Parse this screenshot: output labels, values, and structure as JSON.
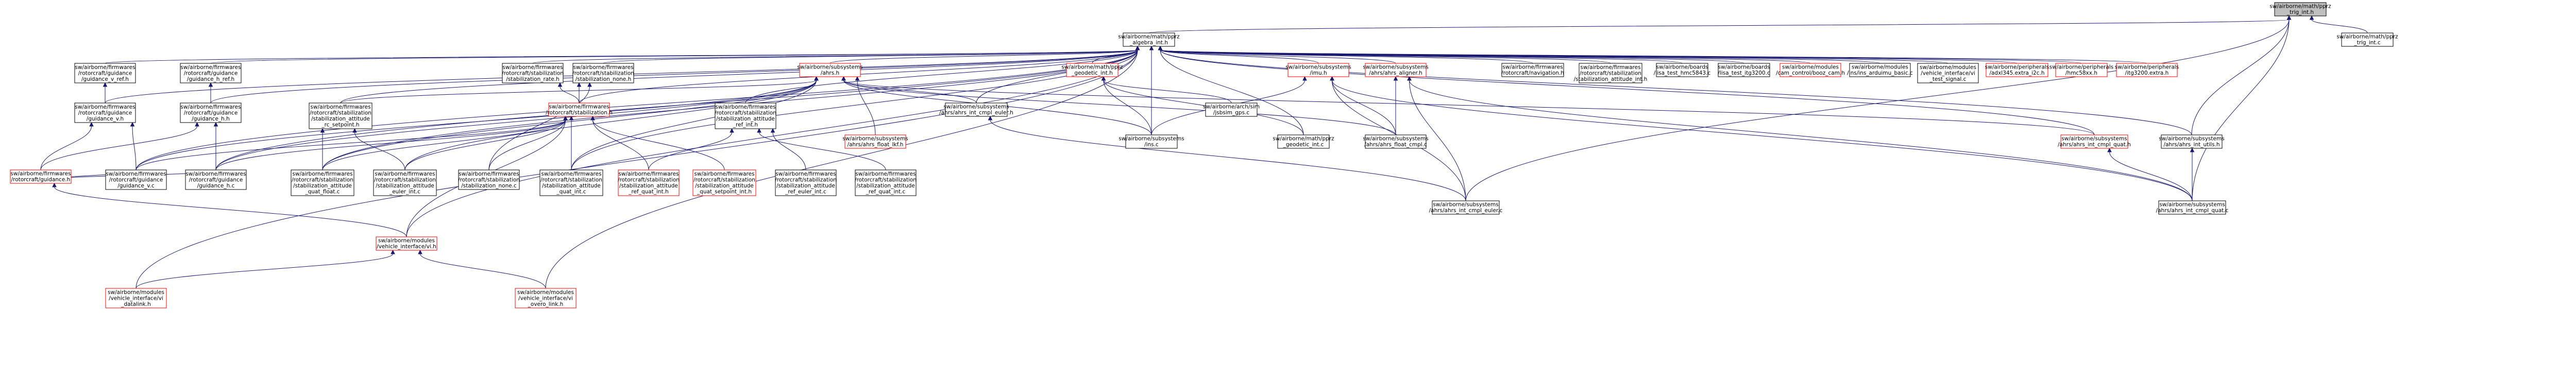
{
  "colors": {
    "edge": "#191970",
    "node_border": "#000000",
    "node_border_incomplete": "#ff0000",
    "root_fill": "#bfbfbf",
    "node_fill": "#ffffff"
  },
  "nodes": [
    {
      "id": "n_trig_int_h",
      "lines": [
        "sw/airborne/math/pprz",
        "_trig_int.h"
      ],
      "root": true
    },
    {
      "id": "n_trig_int_c",
      "lines": [
        "sw/airborne/math/pprz",
        "_trig_int.c"
      ]
    },
    {
      "id": "n_algebra_int_h",
      "lines": [
        "sw/airborne/math/pprz",
        "_algebra_int.h"
      ]
    },
    {
      "id": "n_guid_v_ref_h",
      "lines": [
        "sw/airborne/firmwares",
        "/rotorcraft/guidance",
        "/guidance_v_ref.h"
      ]
    },
    {
      "id": "n_guid_h_ref_h",
      "lines": [
        "sw/airborne/firmwares",
        "/rotorcraft/guidance",
        "/guidance_h_ref.h"
      ]
    },
    {
      "id": "n_stab_rate_h",
      "lines": [
        "sw/airborne/firmwares",
        "/rotorcraft/stabilization",
        "/stabilization_rate.h"
      ]
    },
    {
      "id": "n_stab_none_h",
      "lines": [
        "sw/airborne/firmwares",
        "/rotorcraft/stabilization",
        "/stabilization_none.h"
      ]
    },
    {
      "id": "n_ahrs_h",
      "lines": [
        "sw/airborne/subsystems",
        "/ahrs.h"
      ],
      "ref": true
    },
    {
      "id": "n_geodetic_int_h",
      "lines": [
        "sw/airborne/math/pprz",
        "_geodetic_int.h"
      ],
      "ref": true
    },
    {
      "id": "n_imu_h",
      "lines": [
        "sw/airborne/subsystems",
        "/imu.h"
      ],
      "ref": true
    },
    {
      "id": "n_ahrs_aligner_h",
      "lines": [
        "sw/airborne/subsystems",
        "/ahrs/ahrs_aligner.h"
      ],
      "ref": true
    },
    {
      "id": "n_navigation_h",
      "lines": [
        "sw/airborne/firmwares",
        "/rotorcraft/navigation.h"
      ]
    },
    {
      "id": "n_stab_att_int_h",
      "lines": [
        "sw/airborne/firmwares",
        "/rotorcraft/stabilization",
        "/stabilization_attitude_int.h"
      ]
    },
    {
      "id": "n_hmc5843_test",
      "lines": [
        "sw/airborne/boards",
        "/lisa_test_hmc5843.c"
      ]
    },
    {
      "id": "n_itg3200_test",
      "lines": [
        "sw/airborne/boards",
        "/lisa_test_itg3200.c"
      ]
    },
    {
      "id": "n_cam_boost",
      "lines": [
        "sw/airborne/modules",
        "/cam_control/booz_cam.h"
      ],
      "ref": true
    },
    {
      "id": "n_ins_arduimu",
      "lines": [
        "sw/airborne/modules",
        "/ins/ins_arduimu_basic.c"
      ]
    },
    {
      "id": "n_test_signal",
      "lines": [
        "sw/airborne/modules",
        "/vehicle_interface/vi",
        "_test_signal.c"
      ]
    },
    {
      "id": "n_adxl345_i2c",
      "lines": [
        "sw/airborne/peripherals",
        "/adxl345.extra_i2c.h"
      ],
      "ref": true
    },
    {
      "id": "n_hmc58xx",
      "lines": [
        "sw/airborne/peripherals",
        "/hmc58xx.h"
      ],
      "ref": true
    },
    {
      "id": "n_itg3200_extra",
      "lines": [
        "sw/airborne/peripherals",
        "/itg3200.extra.h"
      ],
      "ref": true
    },
    {
      "id": "n_guid_v_h",
      "lines": [
        "sw/airborne/firmwares",
        "/rotorcraft/guidance",
        "/guidance_v.h"
      ]
    },
    {
      "id": "n_guid_h_h",
      "lines": [
        "sw/airborne/firmwares",
        "/rotorcraft/guidance",
        "/guidance_h.h"
      ]
    },
    {
      "id": "n_stab_att_rc_sp_h",
      "lines": [
        "sw/airborne/firmwares",
        "/rotorcraft/stabilization",
        "/stabilization_attitude",
        "_rc_setpoint.h"
      ]
    },
    {
      "id": "n_stabilization_h",
      "lines": [
        "sw/airborne/firmwares",
        "/rotorcraft/stabilization.h"
      ],
      "ref": true
    },
    {
      "id": "n_stab_att_ref_int_h",
      "lines": [
        "sw/airborne/firmwares",
        "/rotorcraft/stabilization",
        "/stabilization_attitude",
        "_ref_int.h"
      ]
    },
    {
      "id": "n_ahrs_float_lkf",
      "lines": [
        "sw/airborne/subsystems",
        "/ahrs/ahrs_float_lkf.h"
      ],
      "ref": true
    },
    {
      "id": "n_ins_c",
      "lines": [
        "sw/airborne/subsystems",
        "/ins.c"
      ]
    },
    {
      "id": "n_ahrs_int_cmpl_euler_h",
      "lines": [
        "sw/airborne/subsystems",
        "/ahrs/ahrs_int_cmpl_euler.h"
      ]
    },
    {
      "id": "n_lpc21_gps",
      "lines": [
        "sw/airborne/arch/sim",
        "/jsbsim_gps.c"
      ]
    },
    {
      "id": "n_geodetic_int_c",
      "lines": [
        "sw/airborne/math/pprz",
        "_geodetic_int.c"
      ]
    },
    {
      "id": "n_ahrs_float_cmpl_c",
      "lines": [
        "sw/airborne/subsystems",
        "/ahrs/ahrs_float_cmpl.c"
      ]
    },
    {
      "id": "n_ahrs_int_cmpl_quat_h",
      "lines": [
        "sw/airborne/subsystems",
        "/ahrs/ahrs_int_cmpl_quat.h"
      ],
      "ref": true
    },
    {
      "id": "n_ahrs_int_utils_h",
      "lines": [
        "sw/airborne/subsystems",
        "/ahrs/ahrs_int_utils.h"
      ]
    },
    {
      "id": "n_guidance_h",
      "lines": [
        "sw/airborne/firmwares",
        "/rotorcraft/guidance.h"
      ],
      "ref": true
    },
    {
      "id": "n_guid_v_c",
      "lines": [
        "sw/airborne/firmwares",
        "/rotorcraft/guidance",
        "/guidance_v.c"
      ]
    },
    {
      "id": "n_guid_h_c",
      "lines": [
        "sw/airborne/firmwares",
        "/rotorcraft/guidance",
        "/guidance_h.c"
      ]
    },
    {
      "id": "n_stab_att_quat_float_c",
      "lines": [
        "sw/airborne/firmwares",
        "/rotorcraft/stabilization",
        "/stabilization_attitude",
        "_quat_float.c"
      ]
    },
    {
      "id": "n_stab_att_euler_int_c",
      "lines": [
        "sw/airborne/firmwares",
        "/rotorcraft/stabilization",
        "/stabilization_attitude",
        "_euler_int.c"
      ]
    },
    {
      "id": "n_stab_none_c",
      "lines": [
        "sw/airborne/firmwares",
        "/rotorcraft/stabilization",
        "/stabilization_none.c"
      ]
    },
    {
      "id": "n_stab_att_quat_int_c",
      "lines": [
        "sw/airborne/firmwares",
        "/rotorcraft/stabilization",
        "/stabilization_attitude",
        "_quat_int.c"
      ]
    },
    {
      "id": "n_stab_att_ref_quat_int_h",
      "lines": [
        "sw/airborne/firmwares",
        "/rotorcraft/stabilization",
        "/stabilization_attitude",
        "_ref_quat_int.h"
      ],
      "ref": true
    },
    {
      "id": "n_stab_att_quat_sp_int_h",
      "lines": [
        "sw/airborne/firmwares",
        "/rotorcraft/stabilization",
        "/stabilization_attitude",
        "_quat_setpoint_int.h"
      ],
      "ref": true
    },
    {
      "id": "n_stab_att_ref_euler_int_c",
      "lines": [
        "sw/airborne/firmwares",
        "/rotorcraft/stabilization",
        "/stabilization_attitude",
        "_ref_euler_int.c"
      ]
    },
    {
      "id": "n_stab_att_ref_quat_int_c",
      "lines": [
        "sw/airborne/firmwares",
        "/rotorcraft/stabilization",
        "/stabilization_attitude",
        "_ref_quat_int.c"
      ]
    },
    {
      "id": "n_ahrs_int_cmpl_euler_c",
      "lines": [
        "sw/airborne/subsystems",
        "/ahrs/ahrs_int_cmpl_euler.c"
      ]
    },
    {
      "id": "n_ahrs_int_cmpl_quat_c",
      "lines": [
        "sw/airborne/subsystems",
        "/ahrs/ahrs_int_cmpl_quat.c"
      ]
    },
    {
      "id": "n_vi_h",
      "lines": [
        "sw/airborne/modules",
        "/vehicle_interface/vi.h"
      ],
      "ref": true
    },
    {
      "id": "n_vi_datalink_h",
      "lines": [
        "sw/airborne/modules",
        "/vehicle_interface/vi",
        "_datalink.h"
      ],
      "ref": true
    },
    {
      "id": "n_vi_overo_link_h",
      "lines": [
        "sw/airborne/modules",
        "/vehicle_interface/vi",
        "_overo_link.h"
      ],
      "ref": true
    }
  ],
  "edges": [
    [
      "n_trig_int_c",
      "n_trig_int_h"
    ],
    [
      "n_algebra_int_h",
      "n_trig_int_h"
    ],
    [
      "n_ahrs_int_cmpl_quat_c",
      "n_trig_int_h"
    ],
    [
      "n_ahrs_int_cmpl_euler_c",
      "n_trig_int_h"
    ],
    [
      "n_ahrs_int_utils_h",
      "n_trig_int_h"
    ],
    [
      "n_guid_v_ref_h",
      "n_algebra_int_h"
    ],
    [
      "n_guid_h_ref_h",
      "n_algebra_int_h"
    ],
    [
      "n_stab_rate_h",
      "n_algebra_int_h"
    ],
    [
      "n_stab_none_h",
      "n_algebra_int_h"
    ],
    [
      "n_ahrs_h",
      "n_algebra_int_h"
    ],
    [
      "n_geodetic_int_h",
      "n_algebra_int_h"
    ],
    [
      "n_imu_h",
      "n_algebra_int_h"
    ],
    [
      "n_ahrs_aligner_h",
      "n_algebra_int_h"
    ],
    [
      "n_navigation_h",
      "n_algebra_int_h"
    ],
    [
      "n_stab_att_int_h",
      "n_algebra_int_h"
    ],
    [
      "n_hmc5843_test",
      "n_algebra_int_h"
    ],
    [
      "n_itg3200_test",
      "n_algebra_int_h"
    ],
    [
      "n_cam_boost",
      "n_algebra_int_h"
    ],
    [
      "n_ins_arduimu",
      "n_algebra_int_h"
    ],
    [
      "n_test_signal",
      "n_algebra_int_h"
    ],
    [
      "n_adxl345_i2c",
      "n_algebra_int_h"
    ],
    [
      "n_hmc58xx",
      "n_algebra_int_h"
    ],
    [
      "n_itg3200_extra",
      "n_algebra_int_h"
    ],
    [
      "n_guid_v_h",
      "n_algebra_int_h"
    ],
    [
      "n_guid_h_h",
      "n_algebra_int_h"
    ],
    [
      "n_stab_att_rc_sp_h",
      "n_algebra_int_h"
    ],
    [
      "n_stabilization_h",
      "n_algebra_int_h"
    ],
    [
      "n_stab_att_ref_int_h",
      "n_algebra_int_h"
    ],
    [
      "n_ins_c",
      "n_algebra_int_h"
    ],
    [
      "n_ahrs_int_cmpl_euler_h",
      "n_algebra_int_h"
    ],
    [
      "n_ahrs_int_cmpl_quat_h",
      "n_algebra_int_h"
    ],
    [
      "n_ahrs_int_utils_h",
      "n_algebra_int_h"
    ],
    [
      "n_vi_h",
      "n_algebra_int_h"
    ],
    [
      "n_vi_datalink_h",
      "n_algebra_int_h"
    ],
    [
      "n_vi_overo_link_h",
      "n_algebra_int_h"
    ],
    [
      "n_stab_att_quat_float_c",
      "n_algebra_int_h"
    ],
    [
      "n_stab_att_quat_int_c",
      "n_algebra_int_h"
    ],
    [
      "n_guid_v_c",
      "n_algebra_int_h"
    ],
    [
      "n_guid_h_c",
      "n_algebra_int_h"
    ],
    [
      "n_geodetic_int_c",
      "n_algebra_int_h"
    ],
    [
      "n_guid_v_h",
      "n_guid_v_ref_h"
    ],
    [
      "n_guid_h_h",
      "n_guid_h_ref_h"
    ],
    [
      "n_stabilization_h",
      "n_stab_rate_h"
    ],
    [
      "n_stabilization_h",
      "n_stab_none_h"
    ],
    [
      "n_stab_none_c",
      "n_stab_none_h"
    ],
    [
      "n_ahrs_float_lkf",
      "n_ahrs_h"
    ],
    [
      "n_ins_c",
      "n_ahrs_h"
    ],
    [
      "n_ahrs_int_cmpl_euler_h",
      "n_ahrs_h"
    ],
    [
      "n_ahrs_float_cmpl_c",
      "n_ahrs_h"
    ],
    [
      "n_ahrs_int_cmpl_quat_h",
      "n_ahrs_h"
    ],
    [
      "n_guid_v_c",
      "n_ahrs_h"
    ],
    [
      "n_guid_h_c",
      "n_ahrs_h"
    ],
    [
      "n_stab_att_rc_sp_h",
      "n_ahrs_h"
    ],
    [
      "n_stab_att_quat_float_c",
      "n_ahrs_h"
    ],
    [
      "n_stab_att_euler_int_c",
      "n_ahrs_h"
    ],
    [
      "n_stab_att_quat_int_c",
      "n_ahrs_h"
    ],
    [
      "n_ins_c",
      "n_geodetic_int_h"
    ],
    [
      "n_lpc21_gps",
      "n_geodetic_int_h"
    ],
    [
      "n_geodetic_int_c",
      "n_geodetic_int_h"
    ],
    [
      "n_ins_c",
      "n_imu_h"
    ],
    [
      "n_ahrs_float_cmpl_c",
      "n_imu_h"
    ],
    [
      "n_ahrs_int_cmpl_euler_c",
      "n_imu_h"
    ],
    [
      "n_ahrs_int_cmpl_quat_c",
      "n_imu_h"
    ],
    [
      "n_ahrs_float_cmpl_c",
      "n_ahrs_aligner_h"
    ],
    [
      "n_ahrs_int_cmpl_euler_c",
      "n_ahrs_aligner_h"
    ],
    [
      "n_ahrs_int_cmpl_quat_c",
      "n_ahrs_aligner_h"
    ],
    [
      "n_ahrs_int_cmpl_euler_c",
      "n_ahrs_int_cmpl_euler_h"
    ],
    [
      "n_ahrs_int_cmpl_quat_c",
      "n_ahrs_int_cmpl_quat_h"
    ],
    [
      "n_ahrs_int_cmpl_quat_c",
      "n_ahrs_int_utils_h"
    ],
    [
      "n_guidance_h",
      "n_guid_v_h"
    ],
    [
      "n_guid_v_c",
      "n_guid_v_h"
    ],
    [
      "n_guidance_h",
      "n_guid_h_h"
    ],
    [
      "n_guid_h_c",
      "n_guid_h_h"
    ],
    [
      "n_stab_att_quat_float_c",
      "n_stab_att_rc_sp_h"
    ],
    [
      "n_stab_att_euler_int_c",
      "n_stab_att_rc_sp_h"
    ],
    [
      "n_guid_v_c",
      "n_stabilization_h"
    ],
    [
      "n_guid_h_c",
      "n_stabilization_h"
    ],
    [
      "n_stab_att_quat_float_c",
      "n_stabilization_h"
    ],
    [
      "n_stab_att_euler_int_c",
      "n_stabilization_h"
    ],
    [
      "n_stab_none_c",
      "n_stabilization_h"
    ],
    [
      "n_stab_att_quat_int_c",
      "n_stabilization_h"
    ],
    [
      "n_stab_att_ref_quat_int_h",
      "n_stabilization_h"
    ],
    [
      "n_stab_att_quat_sp_int_h",
      "n_stabilization_h"
    ],
    [
      "n_vi_h",
      "n_stabilization_h"
    ],
    [
      "n_stab_att_ref_quat_int_h",
      "n_stab_att_ref_int_h"
    ],
    [
      "n_stab_att_ref_euler_int_c",
      "n_stab_att_ref_int_h"
    ],
    [
      "n_stab_att_ref_quat_int_c",
      "n_stab_att_ref_int_h"
    ],
    [
      "n_guid_v_c",
      "n_guidance_h"
    ],
    [
      "n_guid_h_c",
      "n_guidance_h"
    ],
    [
      "n_vi_h",
      "n_guidance_h"
    ],
    [
      "n_vi_datalink_h",
      "n_vi_h"
    ],
    [
      "n_vi_overo_link_h",
      "n_vi_h"
    ]
  ]
}
